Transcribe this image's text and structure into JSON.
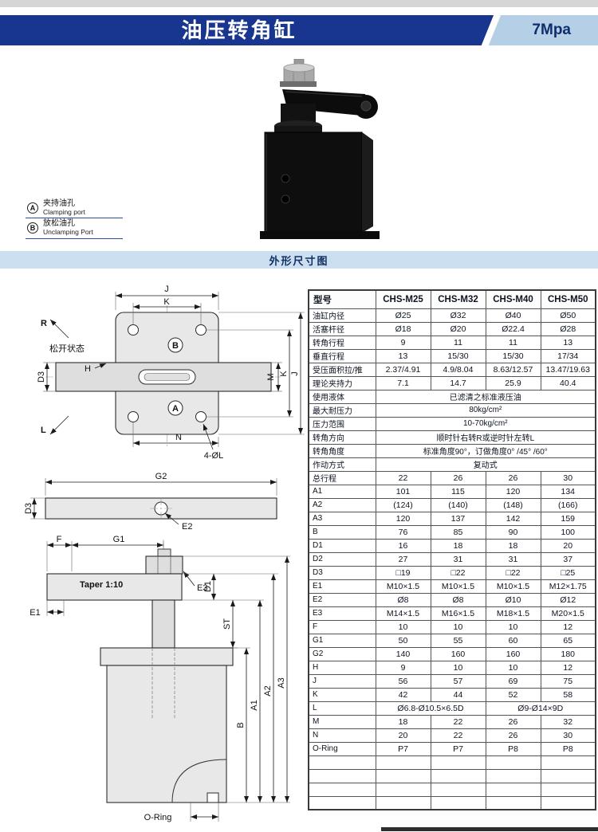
{
  "header": {
    "title": "油压转角缸",
    "pressure": "7Mpa"
  },
  "legend": {
    "a_symbol": "A",
    "a_cn": "夹持油孔",
    "a_en": "Clamping port",
    "b_symbol": "B",
    "b_cn": "放松油孔",
    "b_en": "Unclamping Port"
  },
  "section_banner": "外形尺寸图",
  "drawings": {
    "fig1": {
      "dim_j": "J",
      "dim_k": "K",
      "dim_m": "M",
      "dim_d3": "D3",
      "dim_h": "H",
      "dim_n": "N",
      "rot_r": "R",
      "rot_l": "L",
      "state": "松开状态",
      "hole_callout": "4-ØL",
      "port_a": "A",
      "port_b": "B"
    },
    "fig2": {
      "dim_g2": "G2",
      "dim_d3": "D3",
      "callout_e2": "E2"
    },
    "fig3": {
      "dim_f": "F",
      "dim_g1": "G1",
      "taper": "Taper 1:10",
      "callout_e3": "E3",
      "dim_d1": "D1",
      "dim_e1": "E1",
      "dim_st": "ST",
      "dim_b": "B",
      "dim_a1": "A1",
      "dim_a2": "A2",
      "dim_a3": "A3",
      "oring": "O-Ring"
    }
  },
  "table": {
    "headers": [
      "型号",
      "CHS-M25",
      "CHS-M32",
      "CHS-M40",
      "CHS-M50"
    ],
    "rows": [
      {
        "label": "油缸内径",
        "values": [
          "Ø25",
          "Ø32",
          "Ø40",
          "Ø50"
        ]
      },
      {
        "label": "活塞杆径",
        "values": [
          "Ø18",
          "Ø20",
          "Ø22.4",
          "Ø28"
        ]
      },
      {
        "label": "转角行程",
        "values": [
          "9",
          "11",
          "11",
          "13"
        ]
      },
      {
        "label": "垂直行程",
        "values": [
          "13",
          "15/30",
          "15/30",
          "17/34"
        ]
      },
      {
        "label": "受压面积拉/推",
        "values": [
          "2.37/4.91",
          "4.9/8.04",
          "8.63/12.57",
          "13.47/19.63"
        ]
      },
      {
        "label": "理论夹持力",
        "values": [
          "7.1",
          "14.7",
          "25.9",
          "40.4"
        ]
      },
      {
        "label": "使用液体",
        "span": "已滤清之标准液压油"
      },
      {
        "label": "最大耐压力",
        "span": "80kg/cm²"
      },
      {
        "label": "压力范围",
        "span": "10-70kg/cm²"
      },
      {
        "label": "转角方向",
        "span": "顺时针右转R或逆时针左转L"
      },
      {
        "label": "转角角度",
        "span": "标准角度90°，订做角度0° /45° /60°"
      },
      {
        "label": "作动方式",
        "span": "复动式"
      },
      {
        "label": "总行程",
        "values": [
          "22",
          "26",
          "26",
          "30"
        ]
      },
      {
        "label": "A1",
        "values": [
          "101",
          "115",
          "120",
          "134"
        ]
      },
      {
        "label": "A2",
        "values": [
          "(124)",
          "(140)",
          "(148)",
          "(166)"
        ]
      },
      {
        "label": "A3",
        "values": [
          "120",
          "137",
          "142",
          "159"
        ]
      },
      {
        "label": "B",
        "values": [
          "76",
          "85",
          "90",
          "100"
        ]
      },
      {
        "label": "D1",
        "values": [
          "16",
          "18",
          "18",
          "20"
        ]
      },
      {
        "label": "D2",
        "values": [
          "27",
          "31",
          "31",
          "37"
        ]
      },
      {
        "label": "D3",
        "values": [
          "□19",
          "□22",
          "□22",
          "□25"
        ]
      },
      {
        "label": "E1",
        "values": [
          "M10×1.5",
          "M10×1.5",
          "M10×1.5",
          "M12×1.75"
        ]
      },
      {
        "label": "E2",
        "values": [
          "Ø8",
          "Ø8",
          "Ø10",
          "Ø12"
        ]
      },
      {
        "label": "E3",
        "values": [
          "M14×1.5",
          "M16×1.5",
          "M18×1.5",
          "M20×1.5"
        ]
      },
      {
        "label": "F",
        "values": [
          "10",
          "10",
          "10",
          "12"
        ]
      },
      {
        "label": "G1",
        "values": [
          "50",
          "55",
          "60",
          "65"
        ]
      },
      {
        "label": "G2",
        "values": [
          "140",
          "160",
          "160",
          "180"
        ]
      },
      {
        "label": "H",
        "values": [
          "9",
          "10",
          "10",
          "12"
        ]
      },
      {
        "label": "J",
        "values": [
          "56",
          "57",
          "69",
          "75"
        ]
      },
      {
        "label": "K",
        "values": [
          "42",
          "44",
          "52",
          "58"
        ]
      },
      {
        "label": "L",
        "values2": [
          "Ø6.8-Ø10.5×6.5D",
          "Ø9-Ø14×9D"
        ]
      },
      {
        "label": "M",
        "values": [
          "18",
          "22",
          "26",
          "32"
        ]
      },
      {
        "label": "N",
        "values": [
          "20",
          "22",
          "26",
          "30"
        ]
      },
      {
        "label": "O-Ring",
        "values": [
          "P7",
          "P7",
          "P8",
          "P8"
        ]
      },
      {
        "label": "",
        "values": [
          "",
          "",
          "",
          ""
        ]
      },
      {
        "label": "",
        "values": [
          "",
          "",
          "",
          ""
        ]
      },
      {
        "label": "",
        "values": [
          "",
          "",
          "",
          ""
        ]
      },
      {
        "label": "",
        "values": [
          "",
          "",
          "",
          ""
        ]
      }
    ]
  }
}
